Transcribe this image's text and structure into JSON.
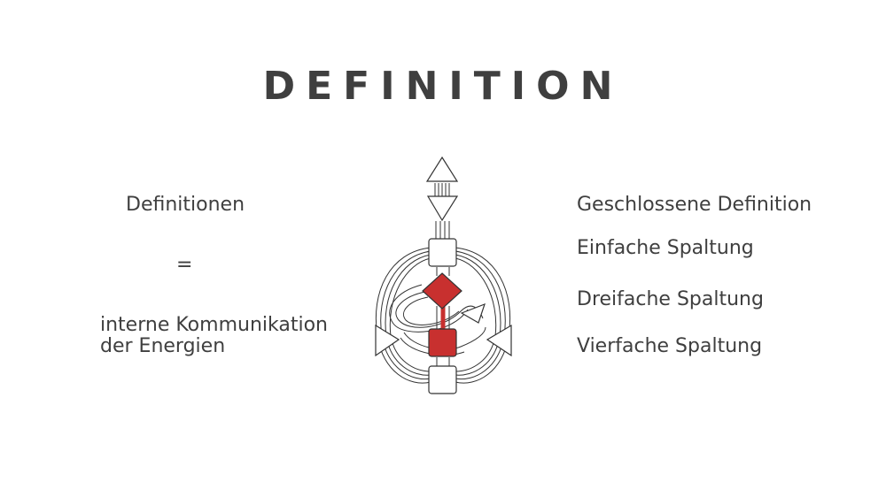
{
  "title": "DEFINITION",
  "left": {
    "label": "Definitionen",
    "equals": "=",
    "description": "interne Kommunikation\nder Energien"
  },
  "right": {
    "items": [
      "Geschlossene Definition",
      "Einfache Spaltung",
      "Dreifache Spaltung",
      "Vierfache Spaltung"
    ]
  },
  "colors": {
    "text": "#3f3f3f",
    "defined_center": "#c8302f",
    "outline": "#333333"
  }
}
